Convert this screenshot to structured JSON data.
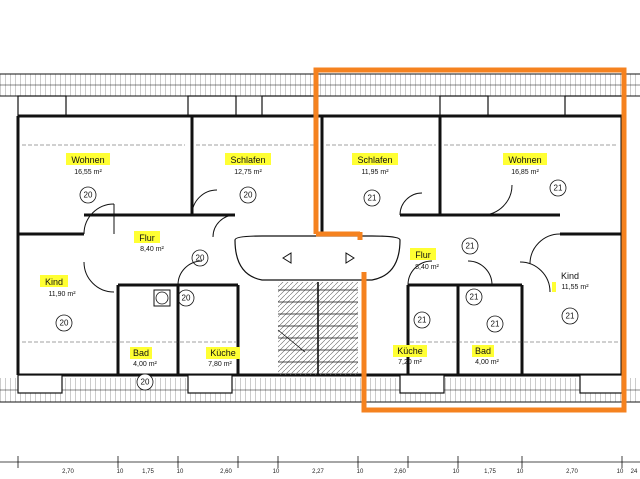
{
  "rooms": {
    "left_wohnen": {
      "name": "Wohnen",
      "area": "16,55 m²",
      "unit": "20"
    },
    "left_schlafen": {
      "name": "Schlafen",
      "area": "12,75 m²",
      "unit": "20"
    },
    "left_flur": {
      "name": "Flur",
      "area": "8,40 m²",
      "unit": "20"
    },
    "left_kind": {
      "name": "Kind",
      "area": "11,90 m²",
      "unit": "20"
    },
    "left_bad": {
      "name": "Bad",
      "area": "4,00 m²",
      "unit": "20"
    },
    "left_kueche": {
      "name": "Küche",
      "area": "7,80 m²",
      "unit": "20"
    },
    "right_schlafen": {
      "name": "Schlafen",
      "area": "11,95 m²",
      "unit": "21"
    },
    "right_wohnen": {
      "name": "Wohnen",
      "area": "16,85 m²",
      "unit": "21"
    },
    "right_flur": {
      "name": "Flur",
      "area": "8,40 m²",
      "unit": "21"
    },
    "right_kind": {
      "name": "Kind",
      "area": "11,55 m²",
      "unit": "21"
    },
    "right_kueche": {
      "name": "Küche",
      "area": "7,20 m²",
      "unit": "21"
    },
    "right_bad": {
      "name": "Bad",
      "area": "4,00 m²",
      "unit": "21"
    }
  },
  "extra_units": {
    "left_small": "20",
    "right_flur_a": "21",
    "right_flur_b": "21",
    "right_bad_b": "21"
  },
  "dimensions": [
    "2,70",
    "10",
    "1,75",
    "10",
    "2,60",
    "10",
    "2,27",
    "10",
    "2,60",
    "10",
    "1,75",
    "10",
    "2,70",
    "10",
    "24"
  ],
  "colors": {
    "highlight": "#ffff33",
    "outline": "#f5821f",
    "line": "#111111"
  },
  "icons": {
    "landing_left": "triangle-left-icon",
    "landing_right": "triangle-right-icon"
  }
}
